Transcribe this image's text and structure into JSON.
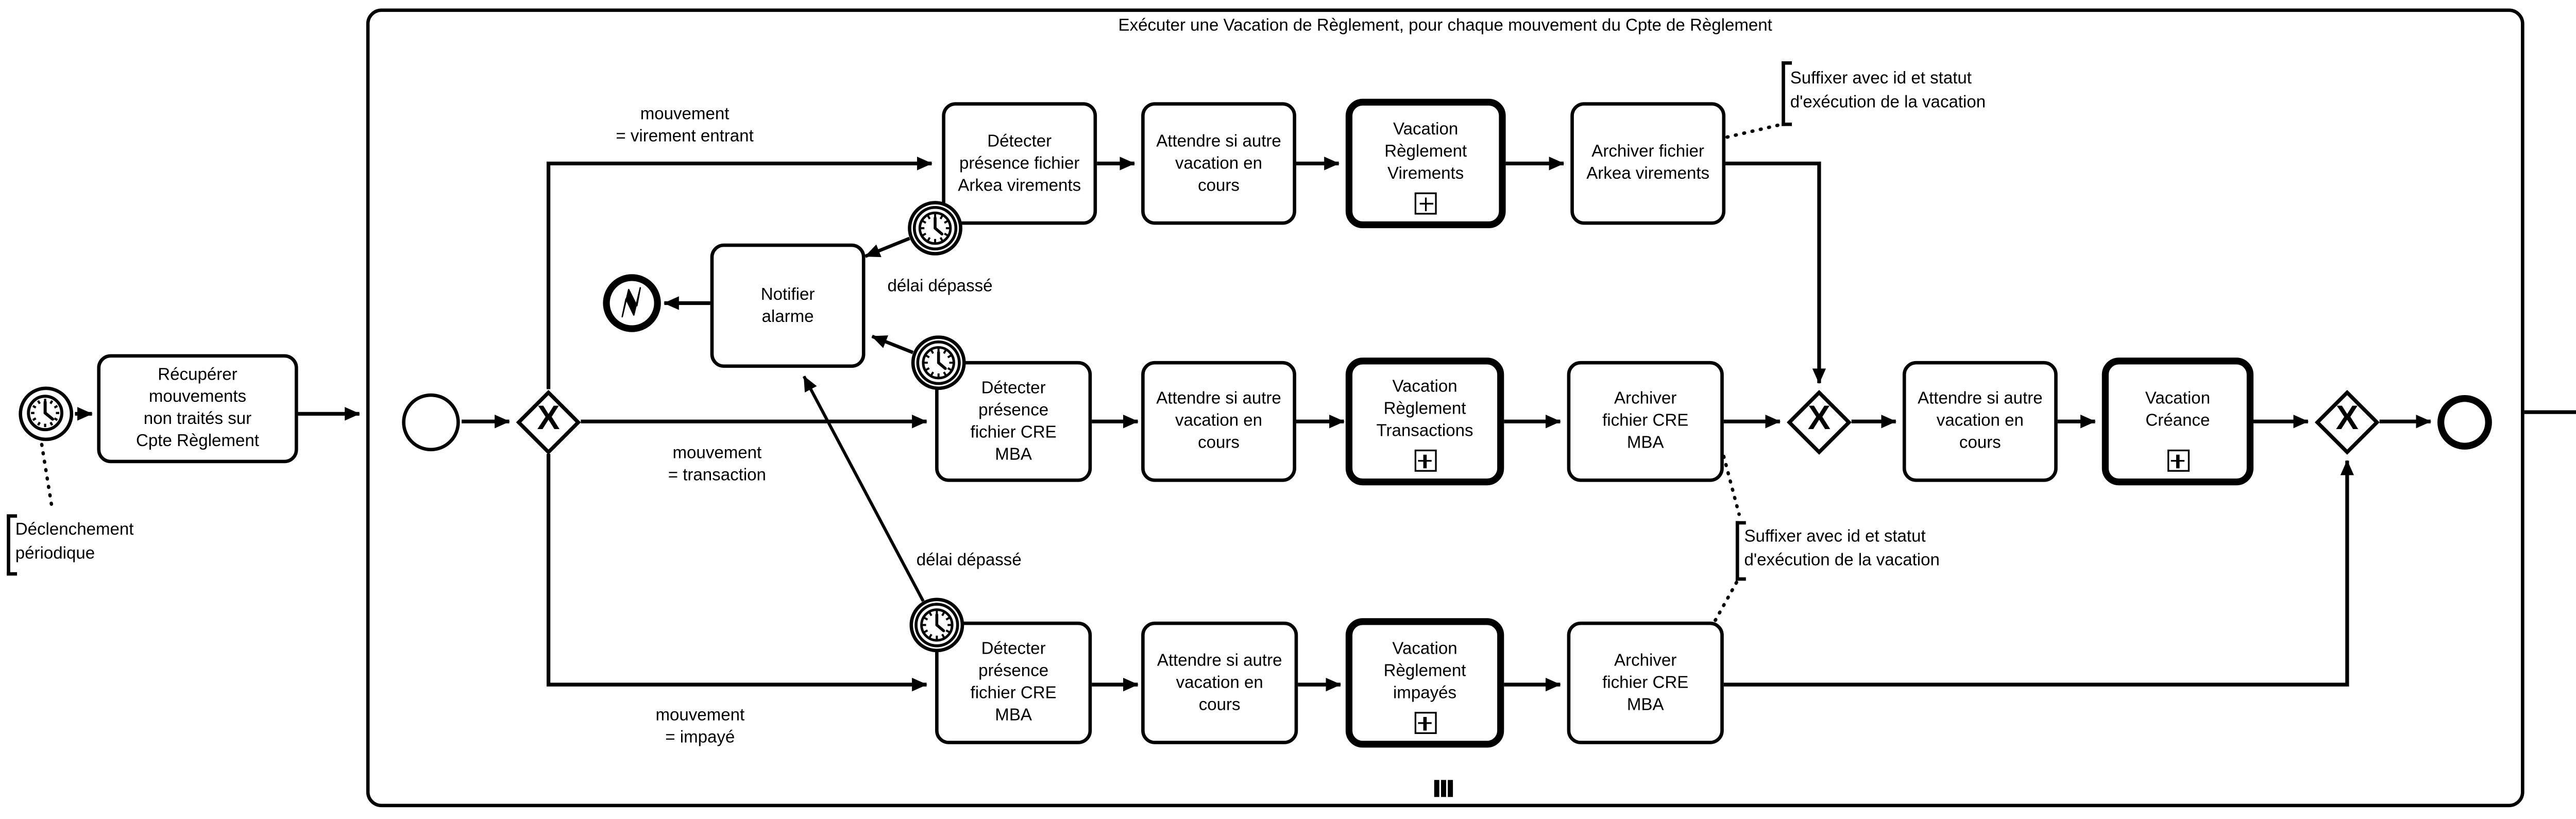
{
  "diagram": {
    "subprocess_title": "Exécuter une Vacation de Règlement, pour chaque mouvement du Cpte de Règlement"
  },
  "nodes": {
    "recuperer": "Récupérer\nmouvements\nnon traités sur\nCpte Règlement",
    "detect_arkea": "Détecter\nprésence fichier\nArkea virements",
    "vacation_virements": "Vacation\nRèglement\nVirements",
    "archive_arkea": "Archiver fichier\nArkea virements",
    "detect_cre": "Détecter\nprésence\nfichier CRE\nMBA",
    "vacation_transactions": "Vacation\nRèglement\nTransactions",
    "vacation_impayes": "Vacation\nRèglement\nimpayés",
    "vacation_creance": "Vacation\nCréance",
    "archive_cre": "Archiver\nfichier CRE\nMBA",
    "wait_vacation": "Attendre si autre\nvacation en\ncours",
    "notifier": "Notifier\nalarme"
  },
  "labels": {
    "branch_virement": "mouvement\n= virement entrant",
    "branch_transaction": "mouvement\n= transaction",
    "branch_impaye": "mouvement\n= impayé",
    "delay": "délai dépassé",
    "gateway_marker": "X"
  },
  "annotations": {
    "trigger": "Déclenchement\npériodique",
    "suffix": "Suffixer avec id et statut\nd'exécution de la vacation"
  },
  "colors": {
    "ink": "#000000",
    "paper": "#ffffff"
  }
}
